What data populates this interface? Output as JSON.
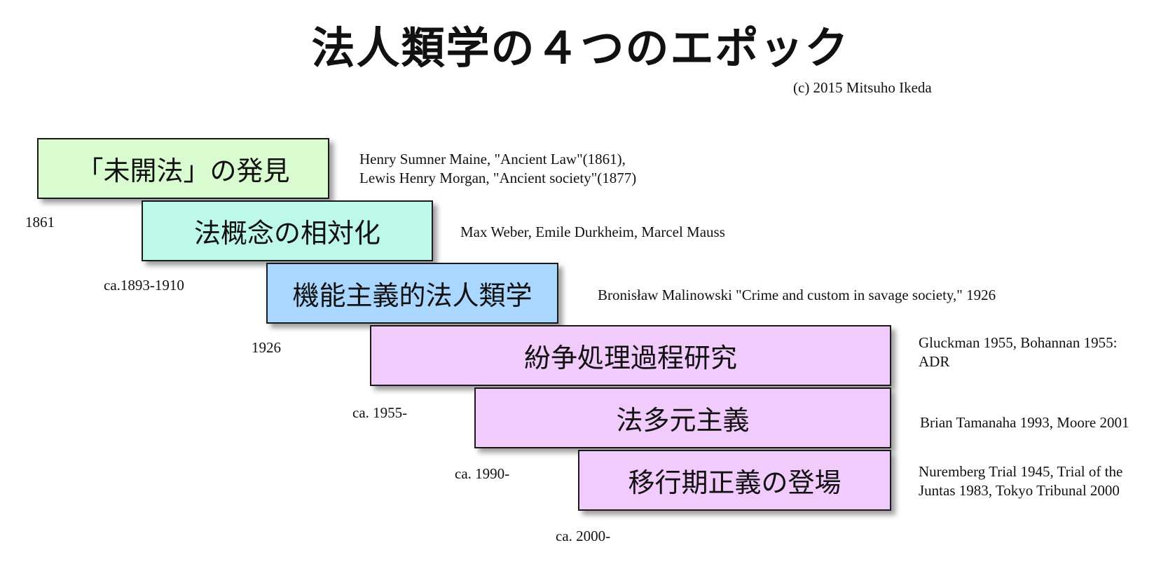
{
  "title": "法人類学の４つのエポック",
  "copyright": "(c) 2015 Mitsuho Ikeda",
  "epochs": [
    {
      "label": "「未開法」の発見",
      "year": "1861",
      "color": "#d9fbd0",
      "notes": [
        "Henry Sumner Maine, \"Ancient Law\"(1861),",
        "Lewis Henry Morgan, \"Ancient society\"(1877)"
      ]
    },
    {
      "label": "法概念の相対化",
      "year": "ca.1893-1910",
      "color": "#bdf8e8",
      "notes": [
        "Max Weber, Emile Durkheim, Marcel Mauss"
      ]
    },
    {
      "label": "機能主義的法人類学",
      "year": "1926",
      "color": "#a9d7ff",
      "notes": [
        "Bronisław Malinowski \"Crime and custom in savage society,\" 1926"
      ]
    },
    {
      "label": "紛争処理過程研究",
      "year": "ca. 1955-",
      "color": "#f0cbfb",
      "notes": [
        "Gluckman 1955, Bohannan 1955:",
        "ADR"
      ]
    },
    {
      "label": "法多元主義",
      "year": "ca. 1990-",
      "color": "#f0cbfb",
      "notes": [
        "Brian Tamanaha 1993, Moore 2001"
      ]
    },
    {
      "label": "移行期正義の登場",
      "year": "ca. 2000-",
      "color": "#f0cbfb",
      "notes": [
        "Nuremberg Trial 1945, Trial of the",
        "Juntas 1983, Tokyo Tribunal 2000"
      ]
    }
  ]
}
